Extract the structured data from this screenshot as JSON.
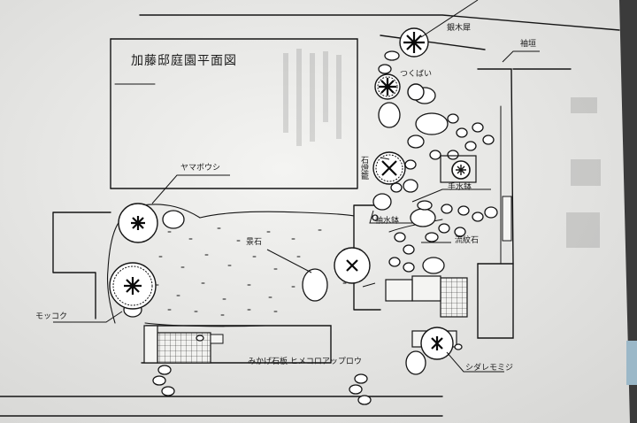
{
  "plan": {
    "title": "加藤邸庭園平面図",
    "labels": {
      "ginmokusei": "銀木犀",
      "tsukubai": "つくばい",
      "sodegaki": "袖垣",
      "yamaboushi": "ヤマボウシ",
      "keiseki": "景石",
      "ishidoro": "石燈籠",
      "sodemizuhachi": "袖水鉢",
      "ryusekiseki": "流紋石",
      "chozuseki": "手水鉢",
      "mokkoku": "モッコク",
      "flowerbed": "みかげ石板 ヒメコロアップロウ",
      "shikimomiji": "シダレモミジ"
    }
  },
  "colors": {
    "paper": "#eeeeec",
    "ink": "#151515",
    "stone_fill": "#ffffff",
    "background": "#3b3b3b"
  }
}
